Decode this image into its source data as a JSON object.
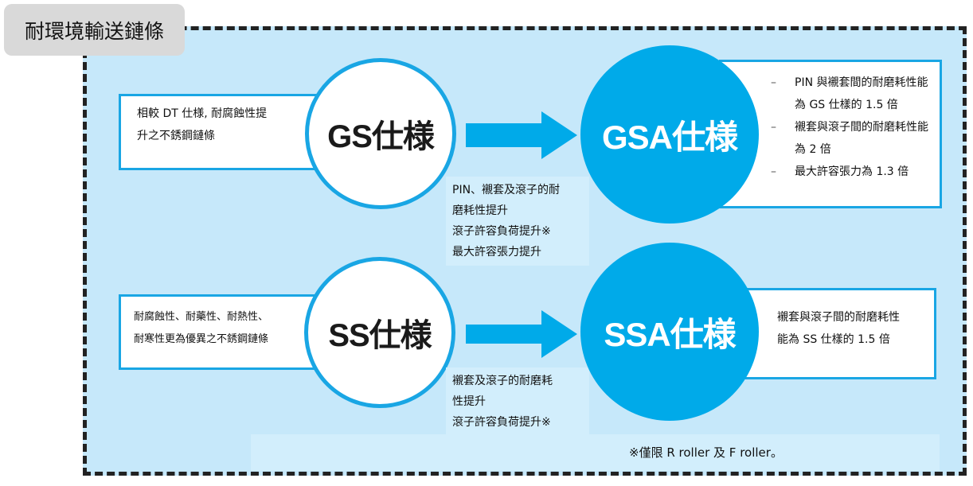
{
  "title": "耐環境輸送鏈條",
  "gs": {
    "label": "GS仕様",
    "desc": [
      "相較 DT 仕様, 耐腐蝕性提",
      "升之不銹鋼鏈條"
    ]
  },
  "gsa": {
    "label": "GSA仕様",
    "bullets": [
      "PIN 與襯套間的耐磨耗性能為 GS 仕樣的 1.5 倍",
      "襯套與滾子間的耐磨耗性能為 2 倍",
      "最大許容張力為 1.3 倍"
    ],
    "bullet_marker": "–"
  },
  "gs_to_gsa": [
    "PIN、襯套及滾子的耐",
    "磨耗性提升",
    "滾子許容負荷提升※",
    "最大許容張力提升"
  ],
  "ss": {
    "label": "SS仕様",
    "desc": [
      "耐腐蝕性、耐藥性、耐熱性、",
      "耐寒性更為優異之不銹鋼鏈條"
    ]
  },
  "ssa": {
    "label": "SSA仕様",
    "desc": [
      "襯套與滾子間的耐磨耗性",
      "能為 SS 仕樣的 1.5 倍"
    ]
  },
  "ss_to_ssa": [
    "襯套及滾子的耐磨耗",
    "性提升",
    "滾子許容負荷提升※"
  ],
  "footnote": "※僅限 R roller 及 F roller。",
  "colors": {
    "accent": "#00aae9",
    "background": "#c6e8fa"
  }
}
